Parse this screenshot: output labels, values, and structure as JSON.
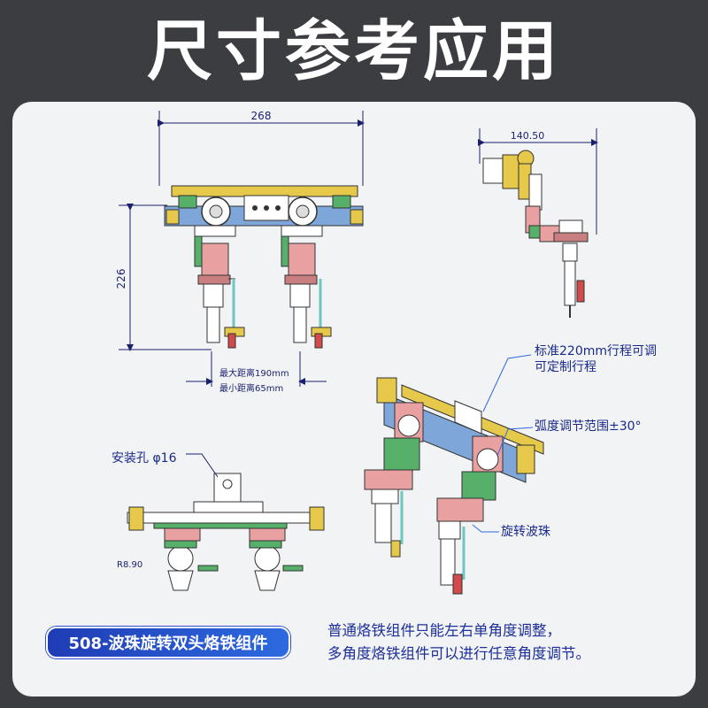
{
  "header": {
    "title": "尺寸参考应用"
  },
  "front_view": {
    "width_dim": "268",
    "height_dim": "226",
    "max_distance": "最大距离190mm",
    "min_distance": "最小距离65mm"
  },
  "side_view": {
    "width_dim": "140.50"
  },
  "callouts": {
    "travel": [
      "标准220mm行程可调",
      "可定制行程"
    ],
    "arc": "弧度调节范围±30°",
    "rotate": "旋转波珠",
    "mount_hole": "安装孔 φ16",
    "radius": "R8.90"
  },
  "product_badge": "508-波珠旋转双头烙铁组件",
  "note": [
    "普通烙铁组件只能左右单角度调整，",
    "多角度烙铁组件可以进行任意角度调节。"
  ],
  "colors": {
    "background": "#3b3d41",
    "panel": "#f1f3f5",
    "accent_blue": "#2d6ae0",
    "dimension": "#1a1f6e"
  }
}
